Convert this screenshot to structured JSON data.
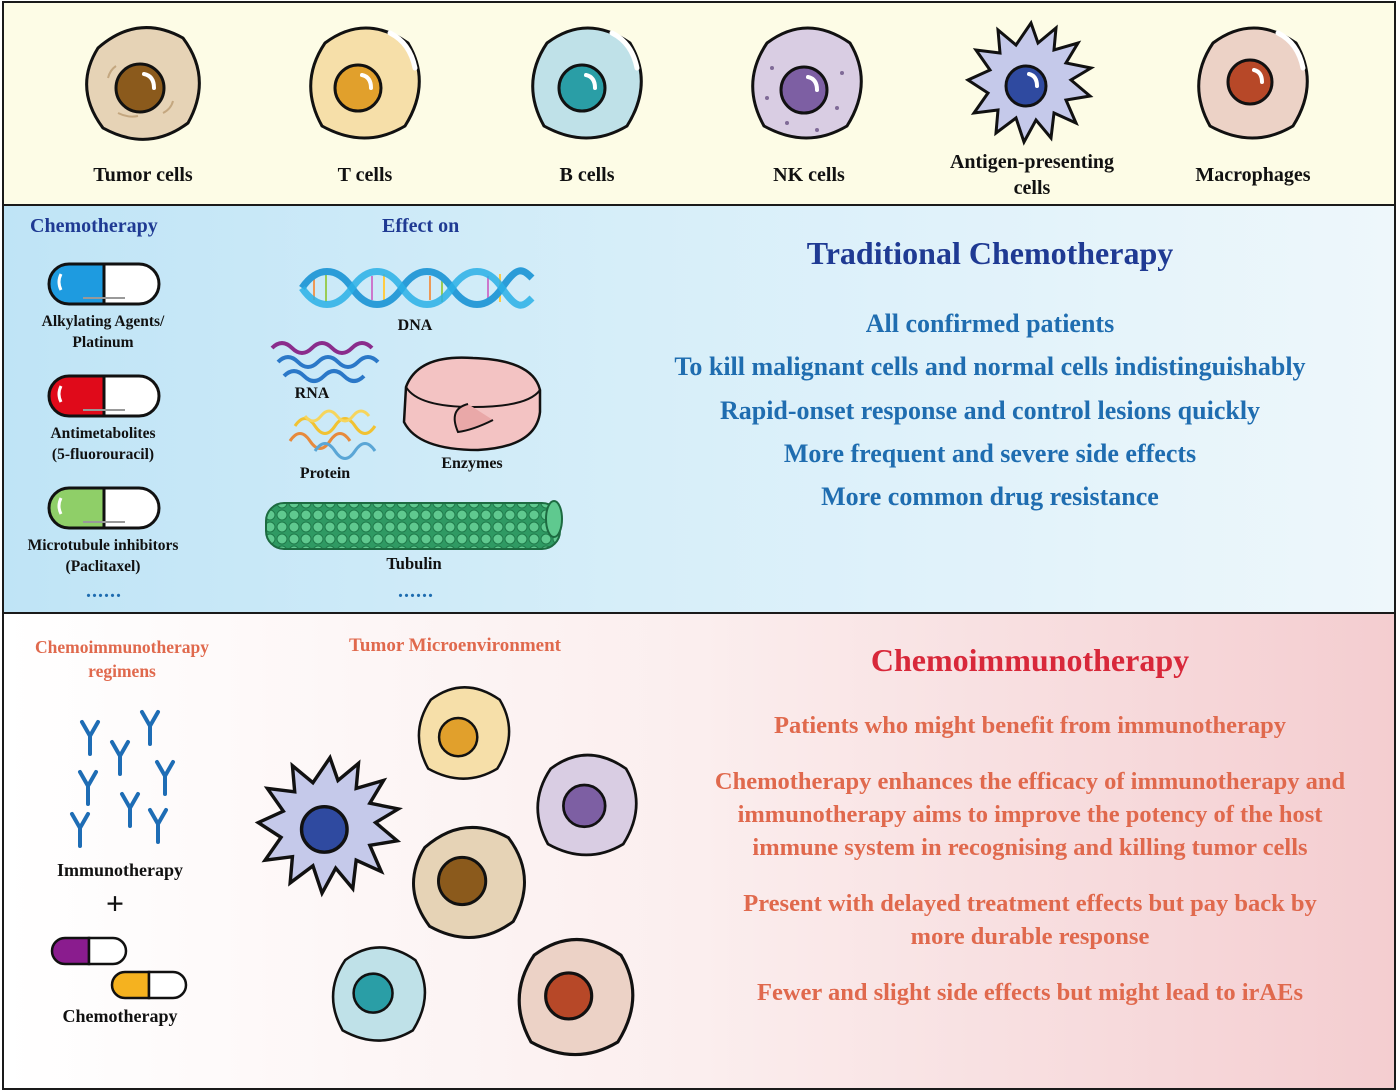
{
  "cells": {
    "tumor": "Tumor cells",
    "t": "T cells",
    "b": "B cells",
    "nk": "NK cells",
    "apc": "Antigen-presenting\ncells",
    "macro": "Macrophages"
  },
  "traditional": {
    "chemo_header": "Chemotherapy",
    "effect_header": "Effect on",
    "drugs": [
      {
        "label": "Alkylating Agents/\nPlatinum",
        "color": "#1e9be0"
      },
      {
        "label": "Antimetabolites\n(5-fluorouracil)",
        "color": "#e00a1a"
      },
      {
        "label": "Microtubule inhibitors\n(Paclitaxel)",
        "color": "#8fcf68"
      }
    ],
    "drugs_more": "......",
    "targets": {
      "dna": "DNA",
      "rna": "RNA",
      "protein": "Protein",
      "enzymes": "Enzymes",
      "tubulin": "Tubulin"
    },
    "targets_more": "......",
    "title": "Traditional Chemotherapy",
    "lines": [
      "All confirmed patients",
      "To kill malignant cells and normal cells indistinguishably",
      "Rapid-onset response and control lesions quickly",
      "More frequent and severe side effects",
      "More common drug resistance"
    ]
  },
  "chemoimmuno": {
    "regimens_header": "Chemoimmunotherapy\nregimens",
    "tme_header": "Tumor Microenvironment",
    "immuno_label": "Immunotherapy",
    "plus": "+",
    "chemo_label": "Chemotherapy",
    "title": "Chemoimmunotherapy",
    "lines": [
      "Patients who might benefit from immunotherapy",
      "Chemotherapy enhances the efficacy of immunotherapy and\nimmunotherapy aims to improve the potency of the host\nimmune system in recognising and killing tumor cells",
      "Present with delayed treatment effects but pay back by\nmore durable response",
      "Fewer and slight side effects but might lead to irAEs"
    ]
  },
  "colors": {
    "blue_title": "#1f3a93",
    "blue_text": "#1f6db0",
    "red_title": "#d8283a",
    "red_text": "#e0694d"
  }
}
